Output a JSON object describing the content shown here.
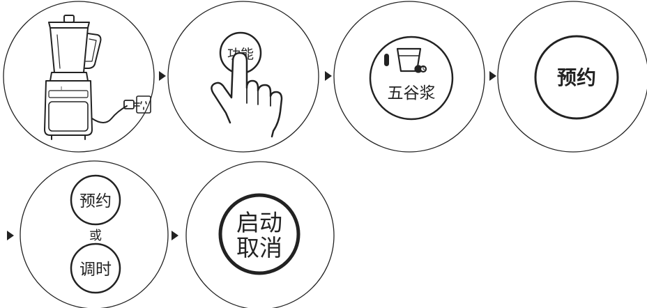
{
  "steps": {
    "step2": {
      "button_label": "功能"
    },
    "step3": {
      "mode_label": "五谷浆"
    },
    "step4": {
      "button_label": "预约"
    },
    "step5": {
      "top_label": "预约",
      "connector": "或",
      "bottom_label": "调时"
    },
    "step6": {
      "label_line1": "启动",
      "label_line2": "取消"
    }
  },
  "icons": {
    "arrow": "triangle-right-arrow",
    "blender": "blender-icon",
    "hand": "pointing-hand-icon",
    "cup": "cup-icon"
  },
  "colors": {
    "stroke": "#222222",
    "background": "#ffffff"
  }
}
